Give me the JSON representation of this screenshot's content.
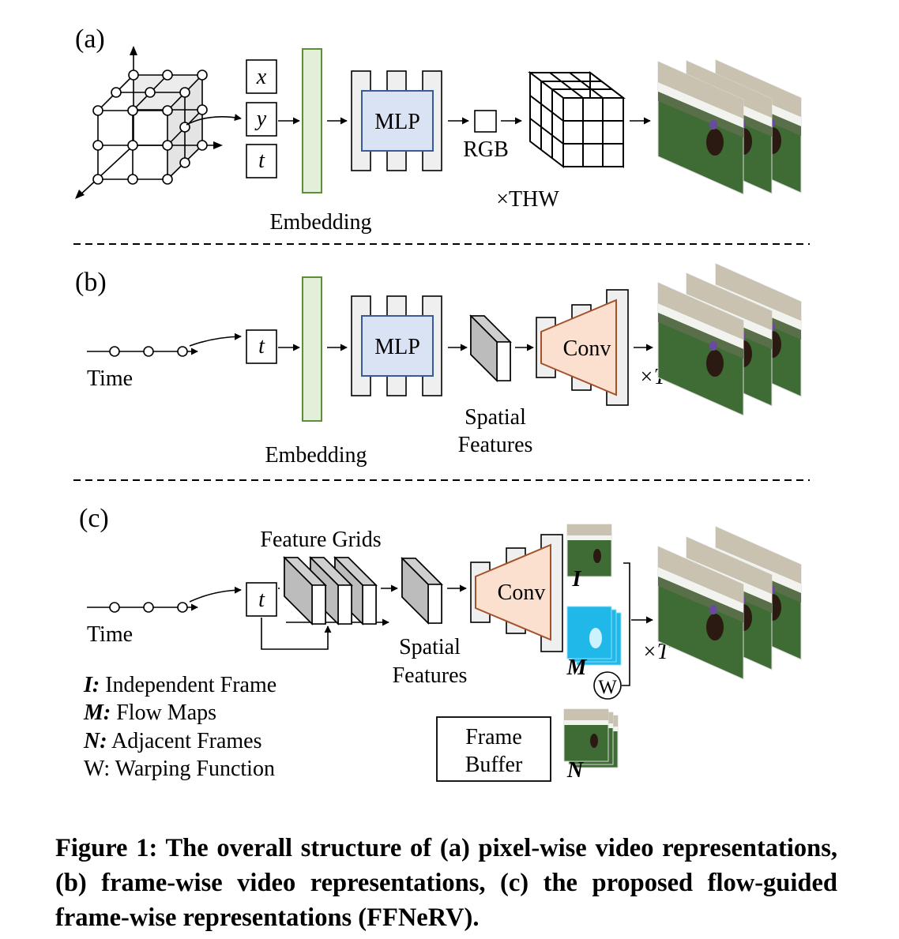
{
  "panels": {
    "a": {
      "tag": "(a)",
      "inputs": [
        "x",
        "y",
        "t"
      ],
      "mlp": "MLP",
      "rgb": "RGB",
      "embedding": "Embedding",
      "repeat": "×THW"
    },
    "b": {
      "tag": "(b)",
      "input": "t",
      "time": "Time",
      "mlp": "MLP",
      "conv": "Conv",
      "spatial_1": "Spatial",
      "spatial_2": "Features",
      "embedding": "Embedding",
      "repeat": "×T"
    },
    "c": {
      "tag": "(c)",
      "input": "t",
      "time": "Time",
      "feature_grids": "Feature Grids",
      "spatial_1": "Spatial",
      "spatial_2": "Features",
      "conv": "Conv",
      "out_i": "I",
      "out_m": "M",
      "out_n": "N",
      "warp": "W",
      "repeat": "×T",
      "buffer_1": "Frame",
      "buffer_2": "Buffer",
      "legend": [
        {
          "key": "I:",
          "text": " Independent Frame"
        },
        {
          "key": "M:",
          "text": " Flow Maps"
        },
        {
          "key": "N:",
          "text": " Adjacent Frames"
        },
        {
          "key": "W:",
          "text": " Warping Function"
        }
      ]
    }
  },
  "caption": "Figure 1: The overall structure of (a) pixel-wise video representations, (b) frame-wise video representations, (c) the proposed flow-guided frame-wise representations (FFNeRV).",
  "colors": {
    "embedding_fill": "#e2efd9",
    "embedding_stroke": "#5a8f3c",
    "mlp_fill": "#dae3f3",
    "mlp_stroke": "#3b5a99",
    "conv_fill": "#fbe0cf",
    "conv_stroke": "#a3522a",
    "block_fill": "#efefef",
    "flow_fill": "#1fb8e8"
  }
}
